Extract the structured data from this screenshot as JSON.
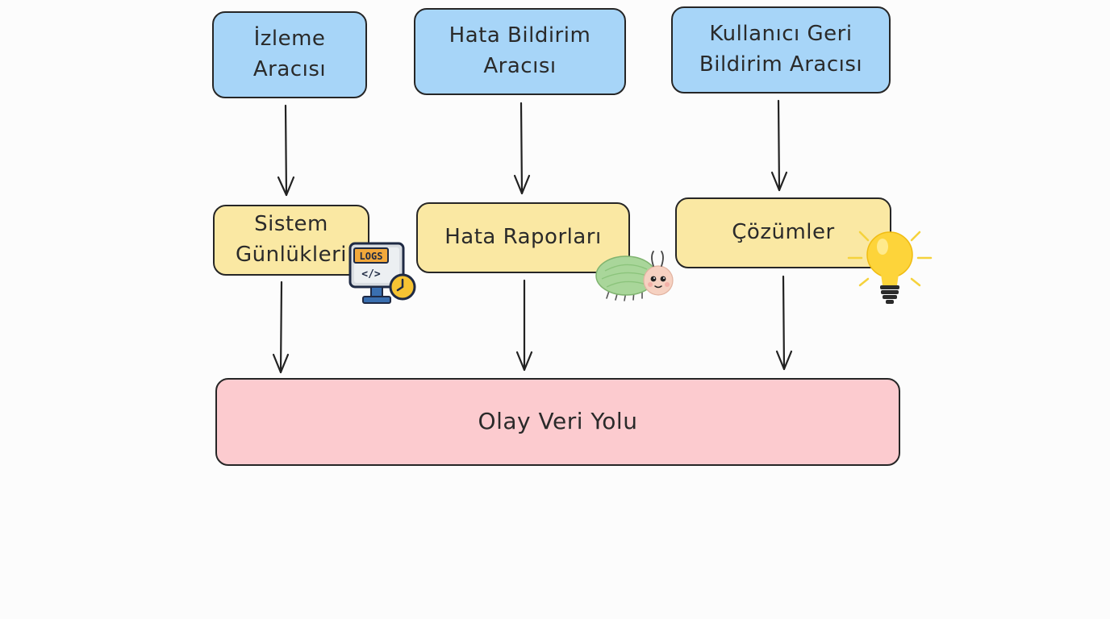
{
  "diagram": {
    "nodes": {
      "izleme": {
        "lines": [
          "İzleme",
          "Aracısı"
        ]
      },
      "hata_bildirim": {
        "lines": [
          "Hata Bildirim",
          "Aracısı"
        ]
      },
      "kullanici": {
        "lines": [
          "Kullanıcı Geri",
          "Bildirim Aracısı"
        ]
      },
      "sistem": {
        "lines": [
          "Sistem",
          "Günlükleri"
        ]
      },
      "raporlar": {
        "label": "Hata Raporları"
      },
      "cozumler": {
        "label": "Çözümler"
      },
      "olay": {
        "label": "Olay Veri Yolu"
      }
    },
    "icons": {
      "logs": {
        "name": "logs-monitor-icon",
        "label": "LOGS"
      },
      "bug": {
        "name": "bug-icon"
      },
      "bulb": {
        "name": "lightbulb-icon"
      }
    },
    "colors": {
      "agent_fill": "#a7d5f8",
      "output_fill": "#fae8a3",
      "bus_fill": "#fccbcf",
      "stroke": "#262626"
    },
    "edges": [
      {
        "from": "İzleme Aracısı",
        "to": "Sistem Günlükleri"
      },
      {
        "from": "Hata Bildirim Aracısı",
        "to": "Hata Raporları"
      },
      {
        "from": "Kullanıcı Geri Bildirim Aracısı",
        "to": "Çözümler"
      },
      {
        "from": "Sistem Günlükleri",
        "to": "Olay Veri Yolu"
      },
      {
        "from": "Hata Raporları",
        "to": "Olay Veri Yolu"
      },
      {
        "from": "Çözümler",
        "to": "Olay Veri Yolu"
      }
    ]
  }
}
